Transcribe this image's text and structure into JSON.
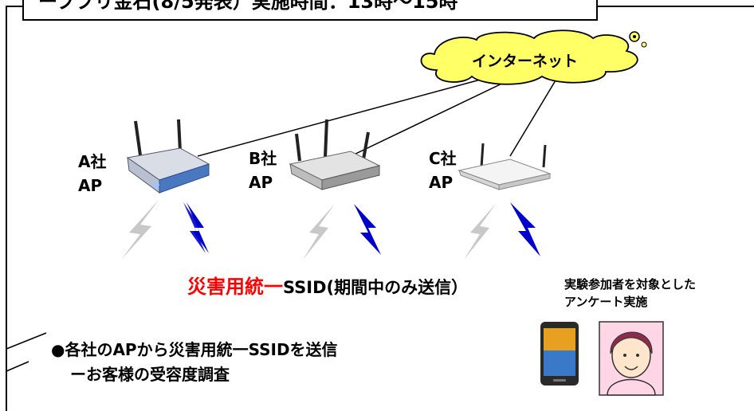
{
  "header": {
    "title": "ープブリ金石(8/5発表）実施時間：13時〜15時"
  },
  "cloud": {
    "label": "インターネット"
  },
  "aps": [
    {
      "company": "A社",
      "type": "AP"
    },
    {
      "company": "B社",
      "type": "AP"
    },
    {
      "company": "C社",
      "type": "AP"
    }
  ],
  "ssid": {
    "red_text": "災害用統一",
    "black_text": "SSID(期間中のみ送信）"
  },
  "survey": {
    "line1": "実験参加者を対象とした",
    "line2": "アンケート実施"
  },
  "bullets": {
    "line1": "●各社のAPから災害用統一SSIDを送信",
    "line2": "ーお客様の受容度調査"
  },
  "colors": {
    "signal_blue": "#0000cc",
    "signal_gray": "#c8c8c8",
    "cloud_fill": "#ffff66",
    "ssid_red": "#ff0000"
  },
  "icons": [
    "router-icon",
    "smartphone-icon",
    "person-icon",
    "cloud-icon",
    "wireless-signal-icon"
  ]
}
